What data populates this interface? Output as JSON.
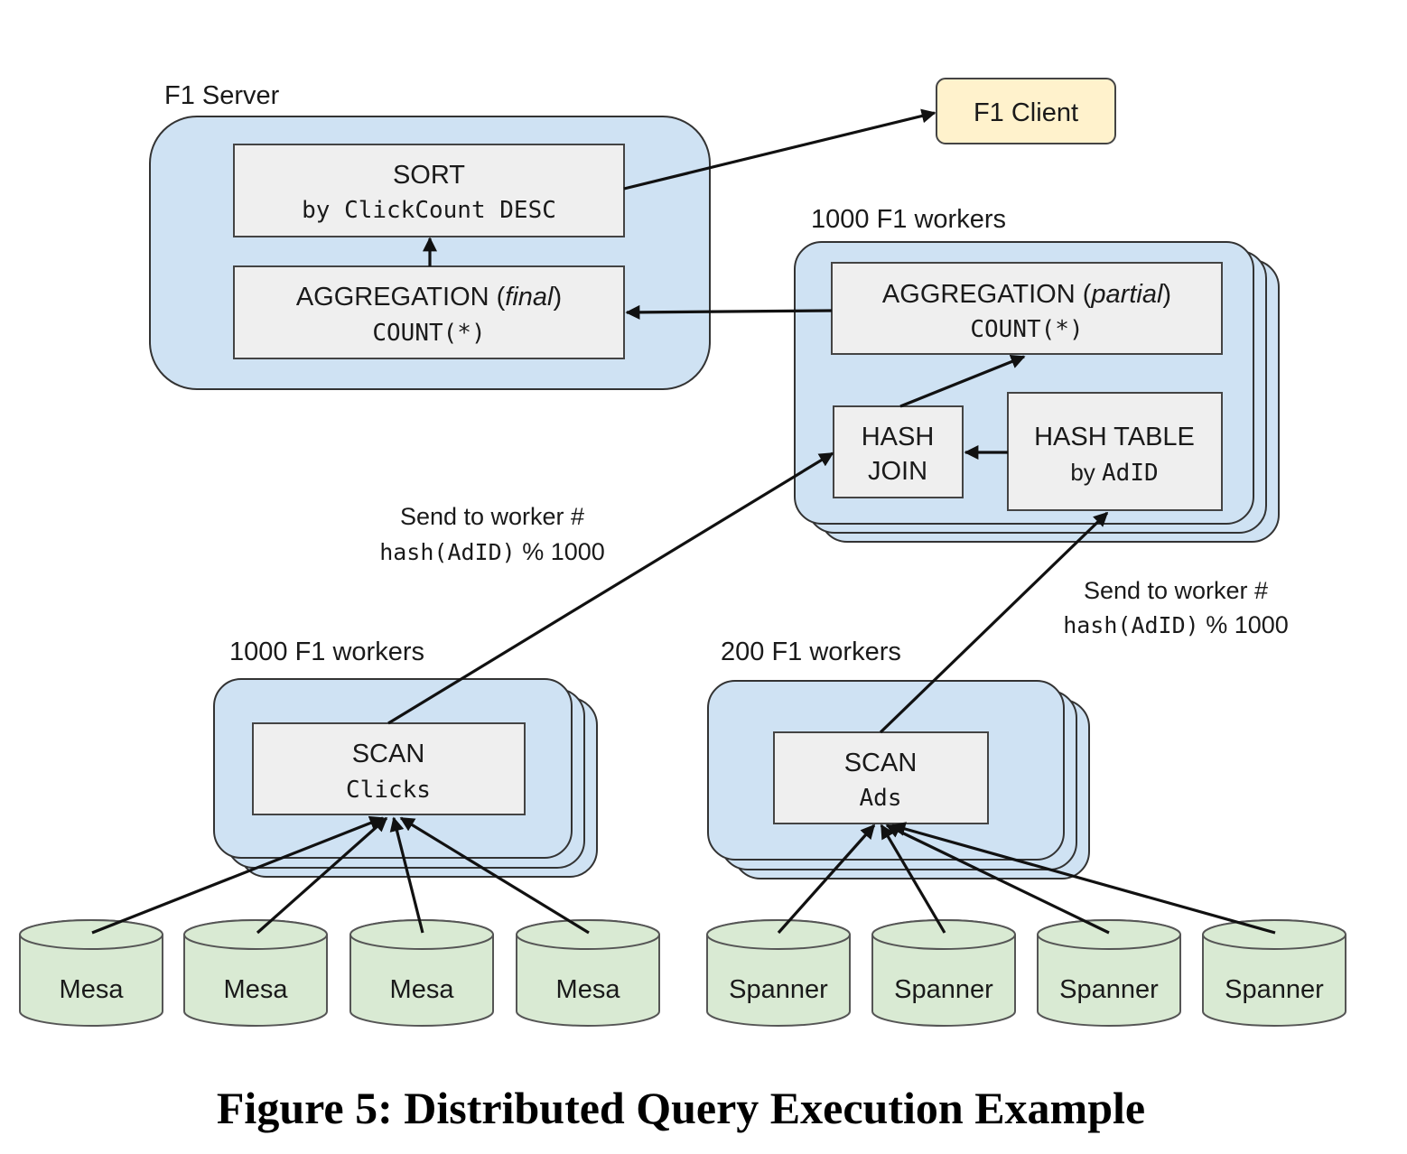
{
  "colors": {
    "group_fill": "#cfe2f3",
    "operator_fill": "#efefef",
    "client_fill": "#fff2cc",
    "storage_fill": "#d9ead3",
    "edge": "#111111"
  },
  "groups": {
    "server": "F1 Server",
    "join_workers": "1000 F1 workers",
    "clicks_workers": "1000 F1 workers",
    "ads_workers": "200 F1 workers"
  },
  "client": {
    "label": "F1 Client"
  },
  "operators": {
    "sort": {
      "title": "SORT",
      "detail": "by ClickCount DESC"
    },
    "agg_final": {
      "title": "AGGREGATION (",
      "title_italic": "final",
      "title_close": ")",
      "detail": "COUNT(*)"
    },
    "agg_partial": {
      "title": "AGGREGATION (",
      "title_italic": "partial",
      "title_close": ")",
      "detail": "COUNT(*)"
    },
    "hash_join": {
      "line1": "HASH",
      "line2": "JOIN"
    },
    "hash_table": {
      "title": "HASH TABLE",
      "detail_prefix": "by ",
      "detail_code": "AdID"
    },
    "scan_clicks": {
      "title": "SCAN",
      "detail": "Clicks"
    },
    "scan_ads": {
      "title": "SCAN",
      "detail": "Ads"
    }
  },
  "edge_labels": {
    "left": {
      "line1": "Send to worker #",
      "code": "hash(AdID)",
      "suffix": " % 1000"
    },
    "right": {
      "line1": "Send to worker #",
      "code": "hash(AdID)",
      "suffix": " % 1000"
    }
  },
  "storage": {
    "mesa": [
      "Mesa",
      "Mesa",
      "Mesa",
      "Mesa"
    ],
    "spanner": [
      "Spanner",
      "Spanner",
      "Spanner",
      "Spanner"
    ]
  },
  "caption": "Figure 5: Distributed Query Execution Example"
}
